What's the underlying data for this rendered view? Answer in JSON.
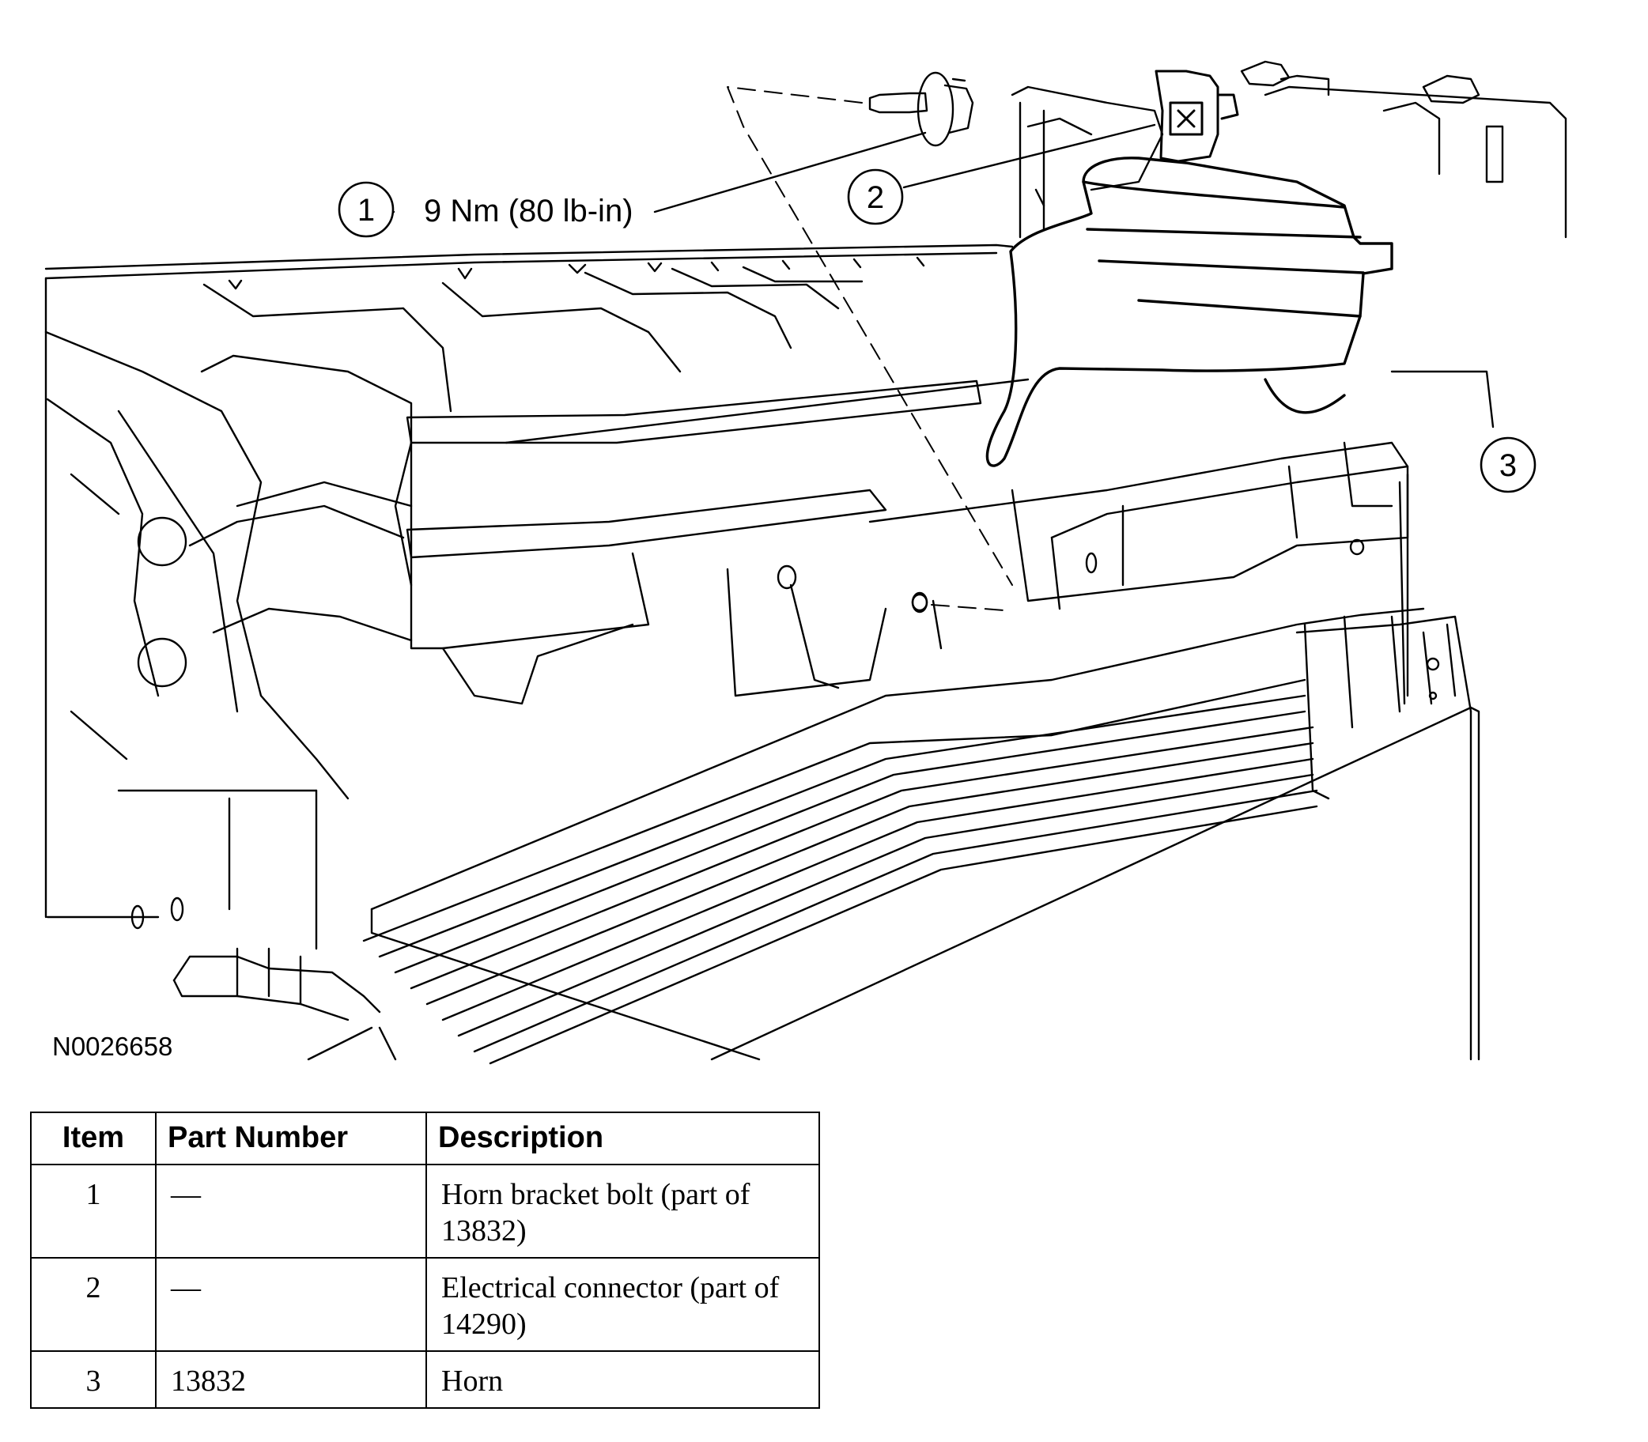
{
  "figure": {
    "id": "N0026658",
    "callouts": [
      {
        "number": "1",
        "note": "9 Nm (80 lb-in)"
      },
      {
        "number": "2",
        "note": ""
      },
      {
        "number": "3",
        "note": ""
      }
    ]
  },
  "parts_table": {
    "headers": {
      "item": "Item",
      "part_number": "Part Number",
      "description": "Description"
    },
    "rows": [
      {
        "item": "1",
        "part_number": "—",
        "description": "Horn bracket bolt (part of 13832)"
      },
      {
        "item": "2",
        "part_number": "—",
        "description": "Electrical connector (part of 14290)"
      },
      {
        "item": "3",
        "part_number": "13832",
        "description": "Horn"
      }
    ]
  }
}
